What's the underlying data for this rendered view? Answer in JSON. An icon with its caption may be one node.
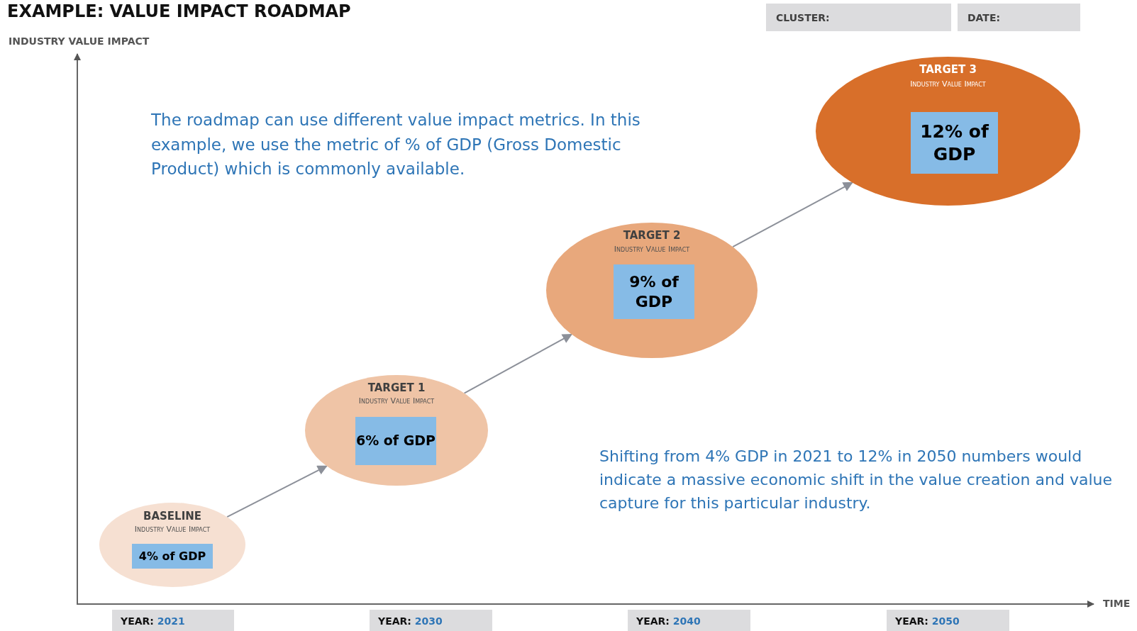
{
  "diagram": {
    "title": "EXAMPLE: VALUE IMPACT ROADMAP",
    "nodes": [
      {
        "text": [
          "BASELINE",
          "Industry Value Impact"
        ]
      },
      {
        "text": [
          "4% of GDP"
        ],
        "in": 0
      },
      {
        "text": [
          "TARGET 1",
          "Industry Value Impact"
        ]
      },
      {
        "text": [
          "6% of GDP"
        ],
        "in": 2
      },
      {
        "text": [
          "TARGET 2",
          "Industry Value Impact"
        ]
      },
      {
        "text": [
          "9% of GDP"
        ],
        "in": 4
      },
      {
        "text": [
          "TARGET 3",
          "Industry Value Impact"
        ]
      },
      {
        "text": [
          "12% of GDP"
        ],
        "in": 6
      },
      {
        "text": [
          "CLUSTER:"
        ]
      },
      {
        "text": [
          "DATE:"
        ]
      },
      {
        "text": [
          "YEAR: 2021"
        ]
      },
      {
        "text": [
          "YEAR: 2030"
        ]
      },
      {
        "text": [
          "YEAR: 2040"
        ]
      },
      {
        "text": [
          "YEAR: 2050"
        ]
      }
    ],
    "edges": [
      {
        "from": 0,
        "to": 2,
        "arrow": "to"
      },
      {
        "from": 2,
        "to": 4,
        "arrow": "to"
      },
      {
        "from": 4,
        "to": 6,
        "arrow": "to"
      }
    ],
    "labels": [
      "INDUSTRY VALUE IMPACT",
      "The roadmap can use different value impact metrics. In this example, we use the metric of % of GDP (Gross Domestic Product) which is commonly available.",
      "Shifting from 4% GDP in 2021 to 12% in 2050 numbers would indicate a massive economic shift in the value creation and value capture for this particular industry.",
      "TIME"
    ]
  }
}
